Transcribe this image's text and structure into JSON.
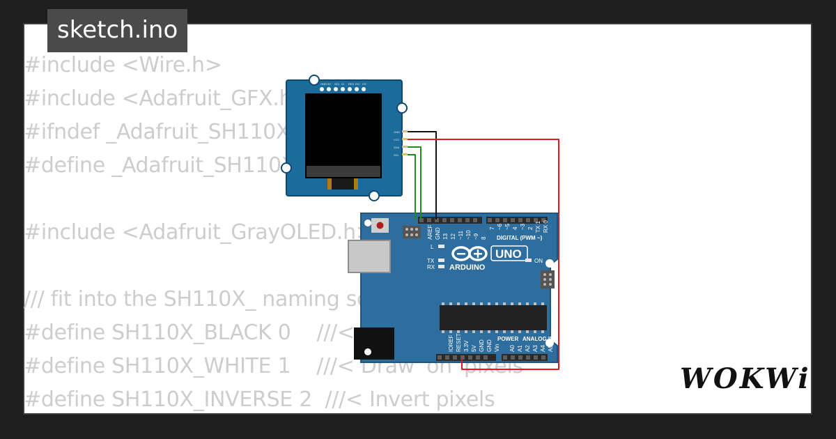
{
  "file_tab": {
    "filename": "sketch.ino"
  },
  "code_lines": [
    "#include <Wire.h>",
    "#include <Adafruit_GFX.h>",
    "#ifndef _Adafruit_SH110X_H",
    "#define _Adafruit_SH110X_H",
    "",
    "#include <Adafruit_GrayOLED.h>",
    "",
    "/// fit into the SH110X_ naming scheme",
    "#define SH110X_BLACK 0    ///< Draw 'off' pixels",
    "#define SH110X_WHITE 1    ///< Draw 'on' pixels",
    "#define SH110X_INVERSE 2  ///< Invert pixels"
  ],
  "oled": {
    "top_pins": [
      "GND",
      "5V",
      "SCL",
      "SI",
      "RES",
      "D/C",
      "CS"
    ],
    "side_pins": [
      "GND",
      "VCC",
      "SDA",
      "SCL"
    ]
  },
  "arduino": {
    "brand": "ARDUINO",
    "model": "UNO",
    "digital_label": "DIGITAL (PWM ~)",
    "analog_label": "ANALOG IN",
    "power_label": "POWER",
    "header_left": [
      "AREF",
      "GND",
      "13",
      "12",
      "~11",
      "~10",
      "~9",
      "8"
    ],
    "header_right": [
      "7",
      "~6",
      "~5",
      "4",
      "~3",
      "2",
      "TX 1",
      "RX 0"
    ],
    "power_pins": [
      "IOREF",
      "RESET",
      "3.3V",
      "5V",
      "GND",
      "GND",
      "Vin"
    ],
    "analog_pins": [
      "A0",
      "A1",
      "A2",
      "A3",
      "A4",
      "A5"
    ],
    "led_labels": {
      "l": "L",
      "tx": "TX",
      "rx": "RX",
      "on": "ON"
    }
  },
  "wires": {
    "gnd_color": "#111111",
    "vcc_color": "#e0191f",
    "i2c_color": "#1e8c1e"
  },
  "brand_logo": {
    "text": "WOKWi"
  }
}
